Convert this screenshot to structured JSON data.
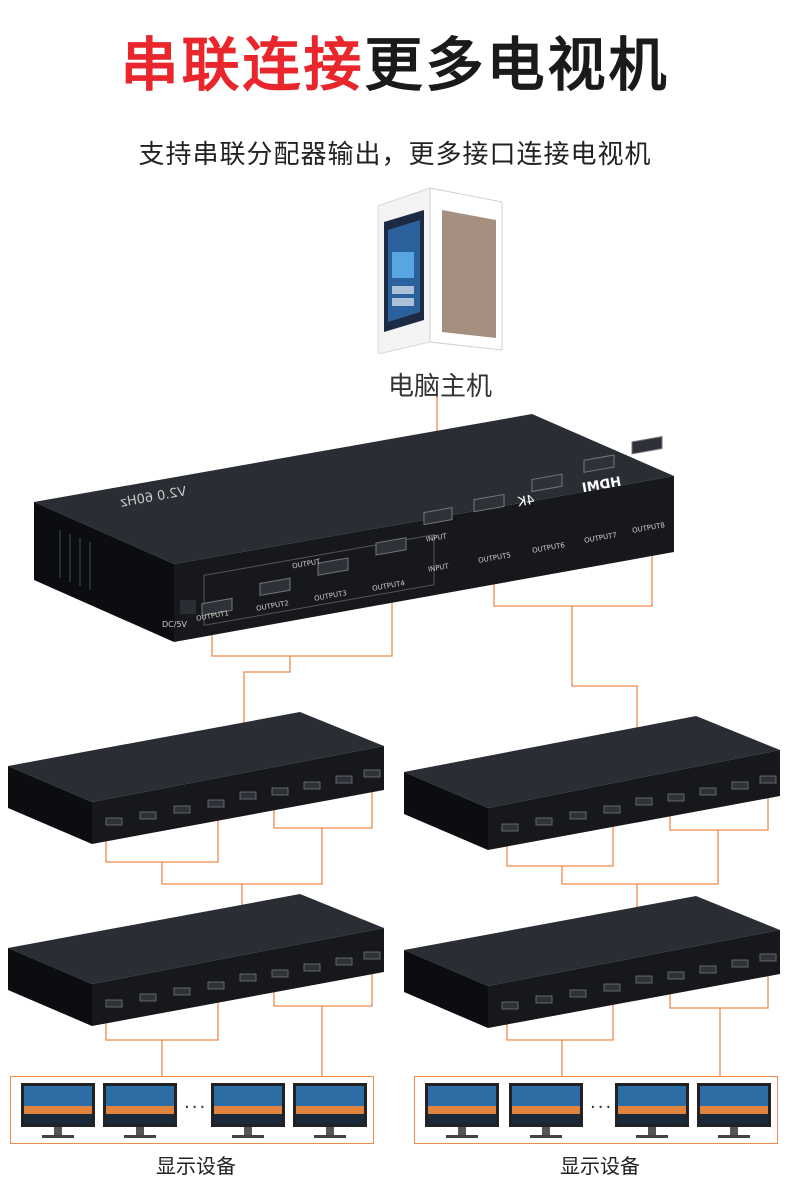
{
  "headline": {
    "highlight": "串联连接",
    "rest": "更多电视机"
  },
  "subtitle": "支持串联分配器输出，更多接口连接电视机",
  "source": {
    "label": "电脑主机"
  },
  "colors": {
    "accent_red": "#e8262b",
    "wire_orange": "#f08a4b",
    "device_body": "#16181c"
  },
  "splitter": {
    "model_text": "V2.0 60Hz",
    "brand_text": "HDMI",
    "resolution_text": "4K",
    "power_label": "DC/5V",
    "input_group_label": "INPUT",
    "input_port_label": "INPUT",
    "output_group_label": "OUTPUT",
    "output_ports": [
      "OUTPUT1",
      "OUTPUT2",
      "OUTPUT3",
      "OUTPUT4",
      "OUTPUT5",
      "OUTPUT6",
      "OUTPUT7",
      "OUTPUT8"
    ]
  },
  "displays": {
    "ellipsis": "...",
    "label": "显示设备"
  }
}
